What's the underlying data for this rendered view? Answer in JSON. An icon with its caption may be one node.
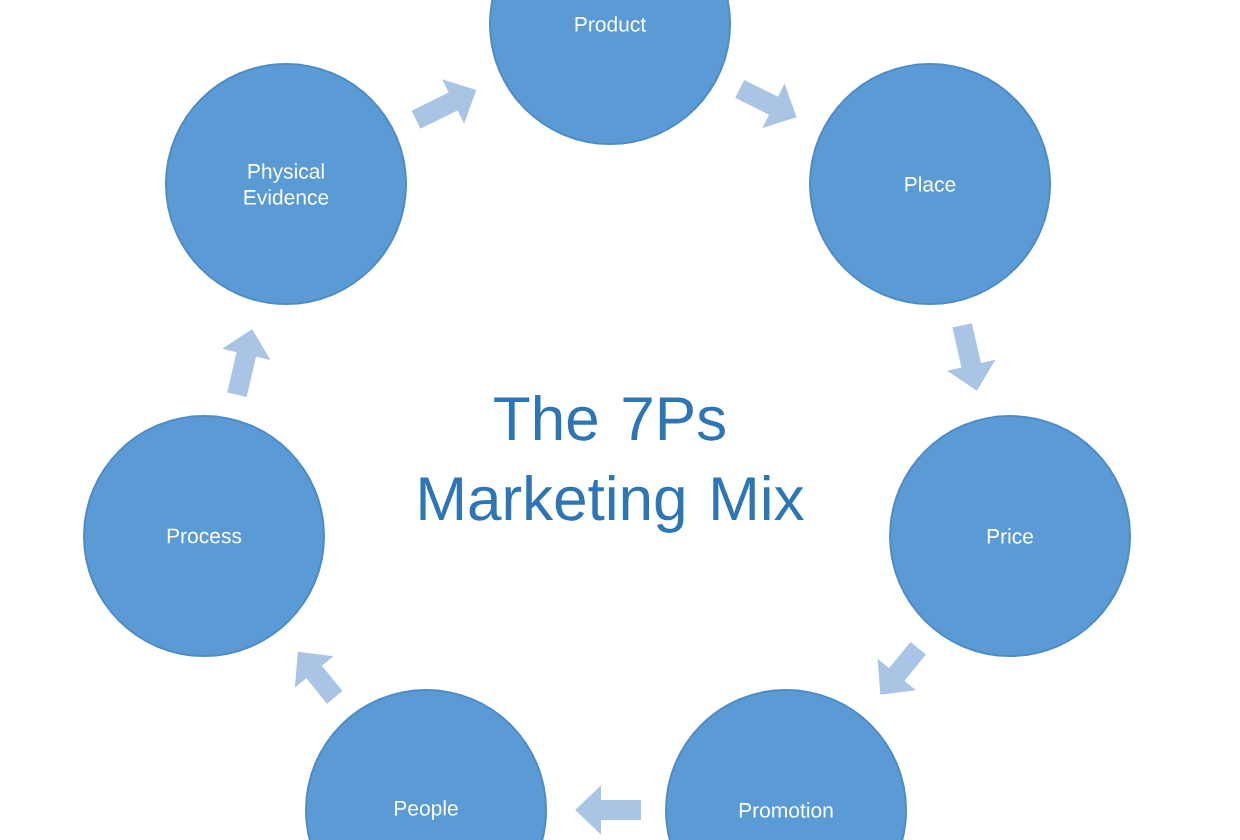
{
  "diagram": {
    "title": "The 7Ps Marketing Mix",
    "nodes": [
      {
        "text": [
          "Product"
        ]
      },
      {
        "text": [
          "Place"
        ]
      },
      {
        "text": [
          "Price"
        ]
      },
      {
        "text": [
          "Promotion"
        ]
      },
      {
        "text": [
          "People"
        ]
      },
      {
        "text": [
          "Process"
        ]
      },
      {
        "text": [
          "Physical Evidence"
        ]
      }
    ],
    "edges": [
      {
        "from": 0,
        "to": 1,
        "arrow": "to"
      },
      {
        "from": 1,
        "to": 2,
        "arrow": "to"
      },
      {
        "from": 2,
        "to": 3,
        "arrow": "to"
      },
      {
        "from": 3,
        "to": 4,
        "arrow": "to"
      },
      {
        "from": 4,
        "to": 5,
        "arrow": "to"
      },
      {
        "from": 5,
        "to": 6,
        "arrow": "to"
      },
      {
        "from": 6,
        "to": 0,
        "arrow": "to"
      }
    ]
  }
}
